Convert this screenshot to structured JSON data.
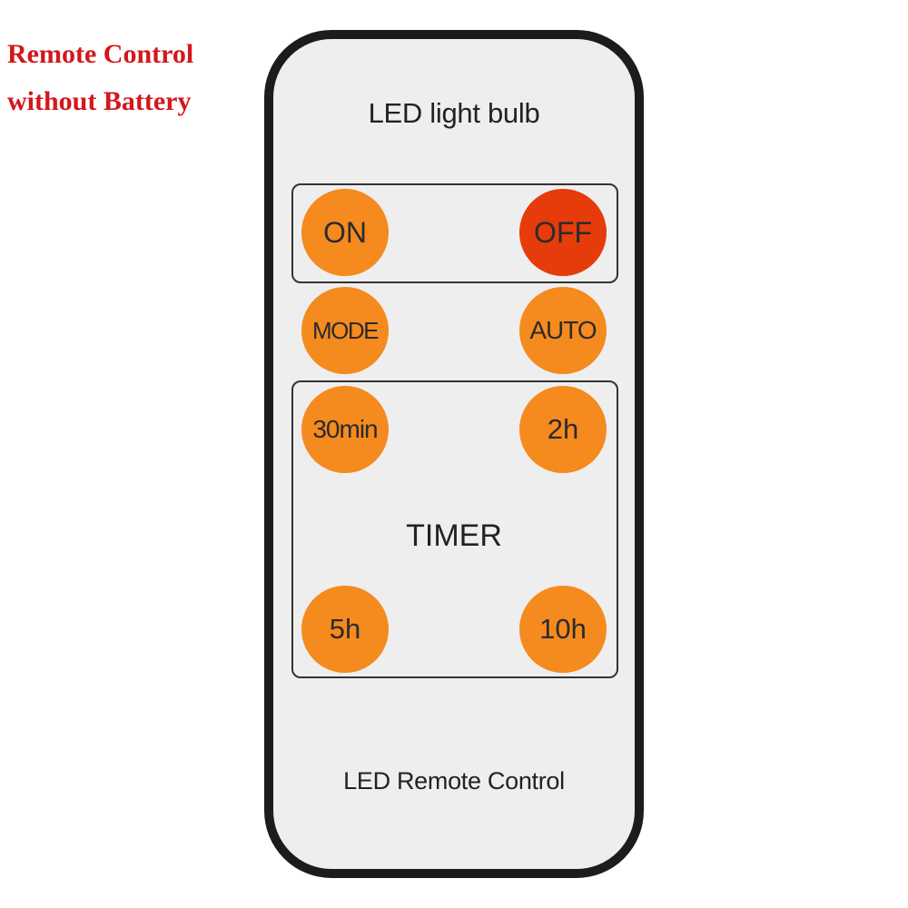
{
  "caption": {
    "line1": "Remote Control",
    "line2": "without Battery",
    "color": "#d3171c"
  },
  "remote": {
    "title": "LED light bulb",
    "footer": "LED Remote Control",
    "timer_label": "TIMER",
    "colors": {
      "body": "#eeeeee",
      "border": "#1c1c1c",
      "button_orange": "#f58a1f",
      "button_red": "#e63b0b"
    },
    "buttons": {
      "on": "ON",
      "off": "OFF",
      "mode": "MODE",
      "auto": "AUTO",
      "t30min": "30min",
      "t2h": "2h",
      "t5h": "5h",
      "t10h": "10h"
    }
  }
}
